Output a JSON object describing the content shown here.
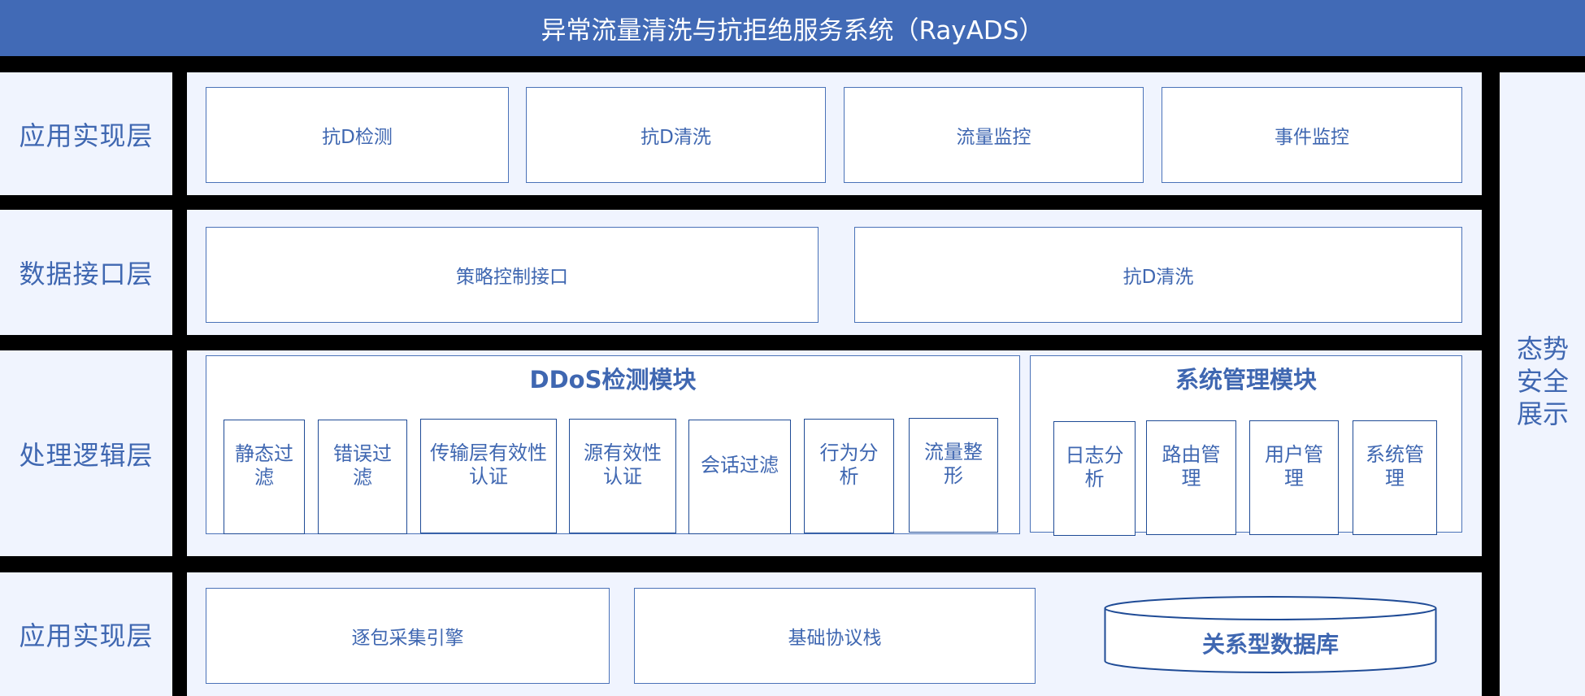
{
  "header": {
    "title": "异常流量清洗与抗拒绝服务系统（RayADS）"
  },
  "layers": [
    {
      "label": "应用实现层",
      "boxes": [
        "抗D检测",
        "抗D清洗",
        "流量监控",
        "事件监控"
      ]
    },
    {
      "label": "数据接口层",
      "boxes": [
        "策略控制接口",
        "抗D清洗"
      ]
    },
    {
      "label": "处理逻辑层",
      "modules": [
        {
          "title": "DDoS检测模块",
          "items": [
            "静态过滤",
            "错误过滤",
            "传输层有效性认证",
            "源有效性认证",
            "会话过滤",
            "行为分析",
            "流量整形"
          ]
        },
        {
          "title": "系统管理模块",
          "items": [
            "日志分析",
            "路由管理",
            "用户管理",
            "系统管理"
          ]
        }
      ]
    },
    {
      "label": "应用实现层",
      "boxes": [
        "逐包采集引擎",
        "基础协议栈"
      ],
      "database": "关系型数据库"
    }
  ],
  "side": {
    "label": "态势安全展示"
  },
  "colors": {
    "header": "#416ab6",
    "text": "#3f67b1",
    "panel": "#f0f4fe",
    "border": "#4a72b8",
    "inner_border": "#1f4b96"
  }
}
